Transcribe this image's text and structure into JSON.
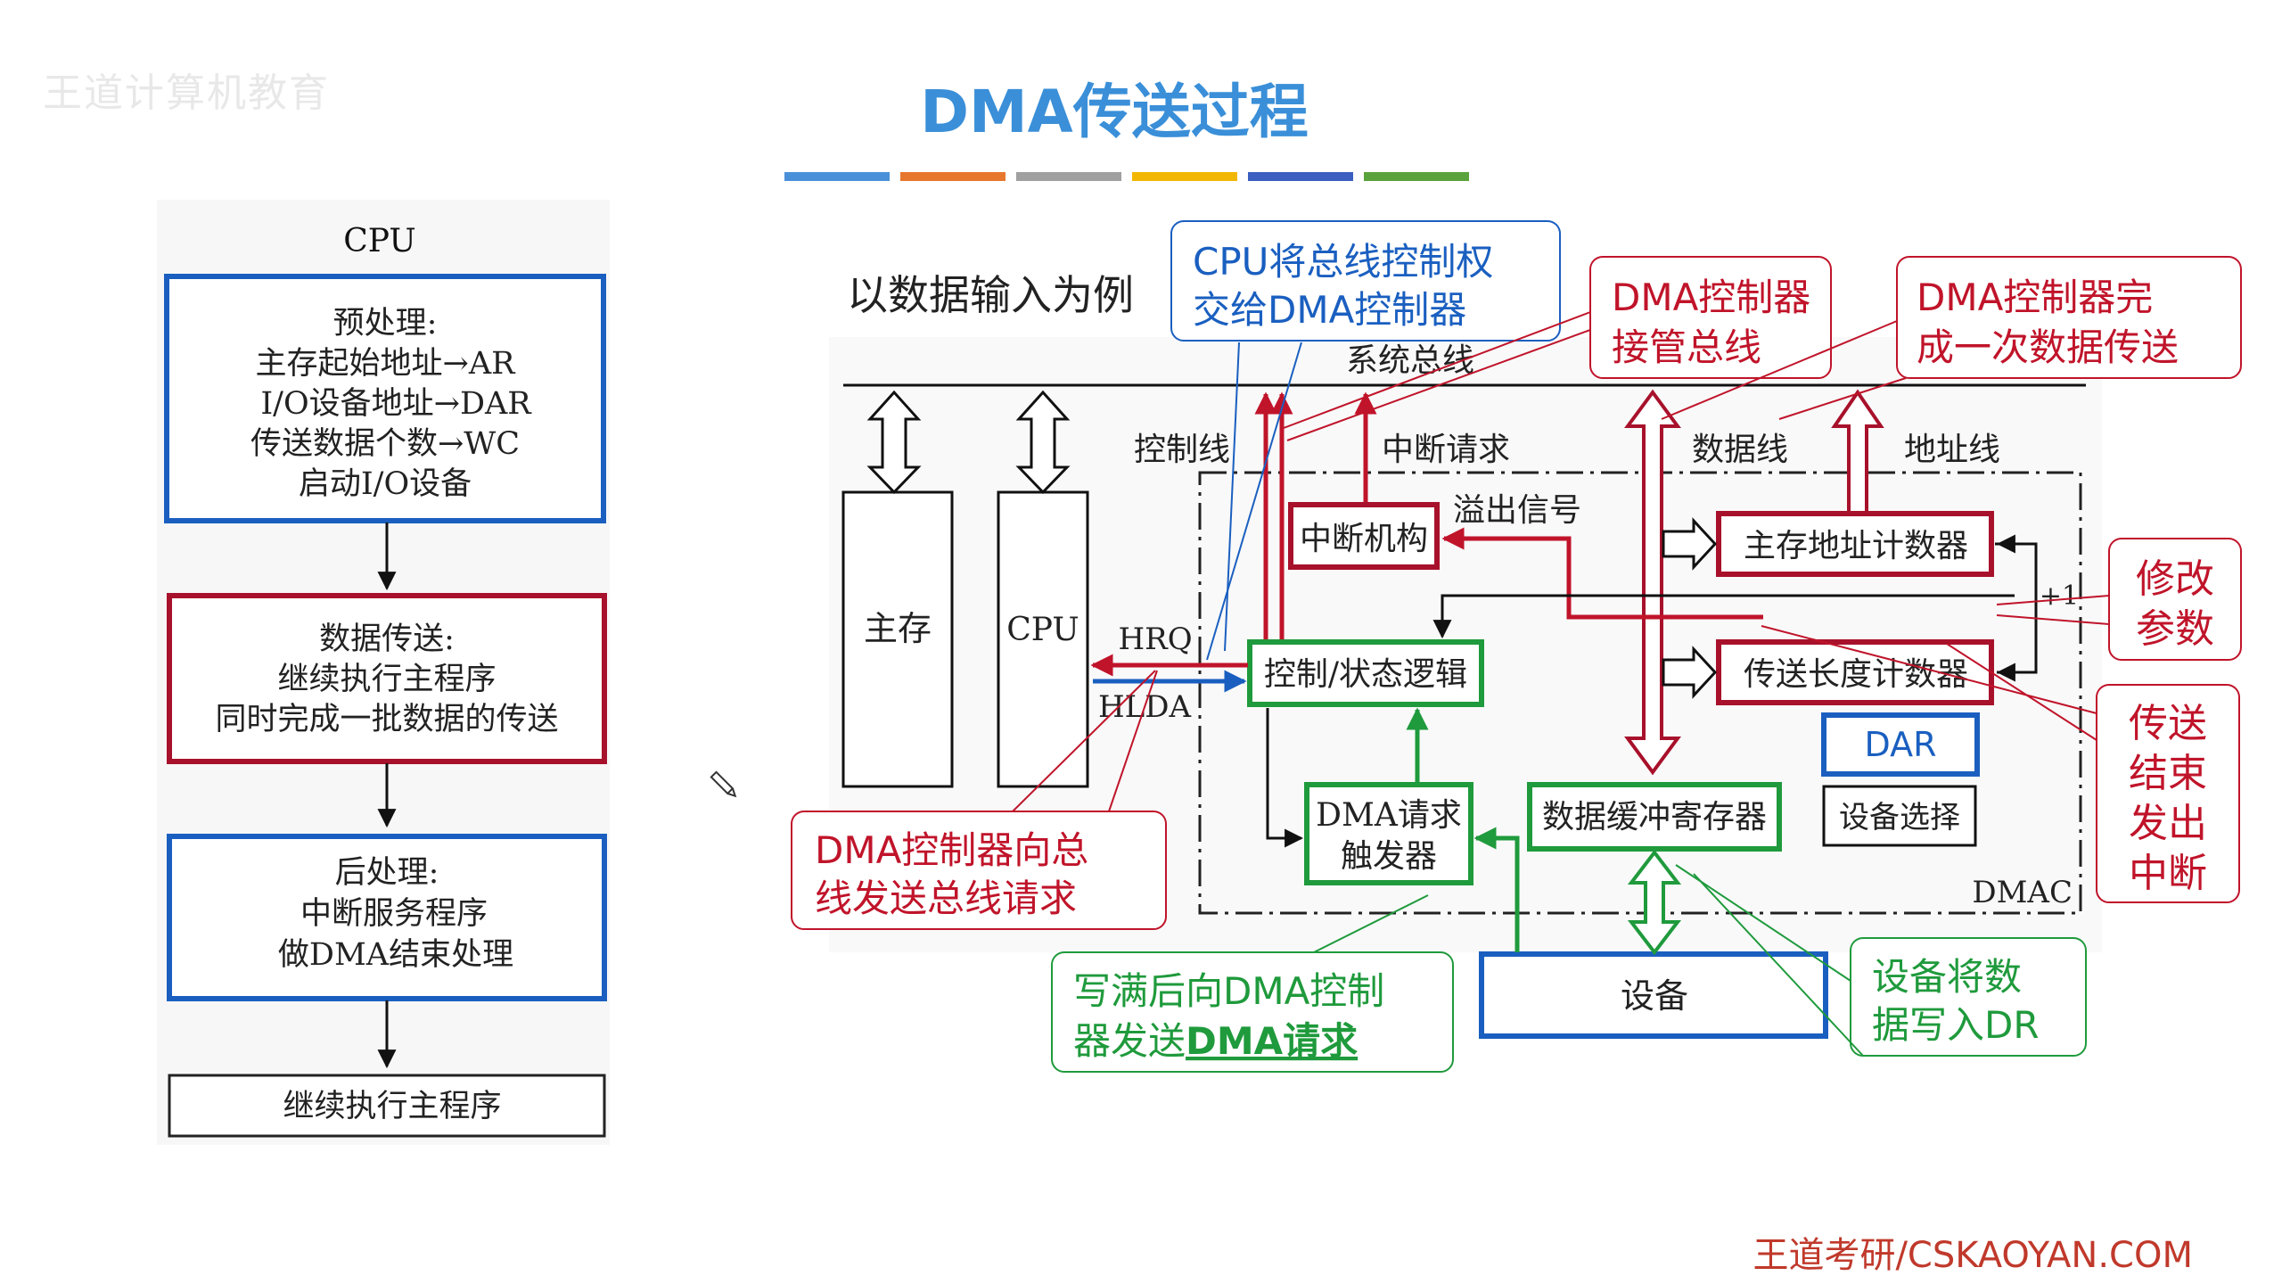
{
  "header": {
    "brand": "王道计算机教育",
    "title": "DMA传送过程",
    "footer": "王道考研/CSKAOYAN.COM",
    "accent_colors": [
      "#4a90d9",
      "#e8772e",
      "#a0a0a0",
      "#f2b705",
      "#3b5fc0",
      "#5aa33c"
    ]
  },
  "flow": {
    "cpu_label": "CPU",
    "step1": [
      "预处理:",
      "主存起始地址→AR",
      "I/O设备地址→DAR",
      "传送数据个数→WC",
      "启动I/O设备"
    ],
    "step2": [
      "数据传送:",
      "继续执行主程序",
      "同时完成一批数据的传送"
    ],
    "step3": [
      "后处理:",
      "中断服务程序",
      "做DMA结束处理"
    ],
    "step4": "继续执行主程序"
  },
  "diagram": {
    "subtitle": "以数据输入为例",
    "system_bus": "系统总线",
    "control_line": "控制线",
    "interrupt_request": "中断请求",
    "data_line": "数据线",
    "address_line": "地址线",
    "main_memory": "主存",
    "cpu": "CPU",
    "hrq": "HRQ",
    "hlda": "HLDA",
    "interrupt_unit": "中断机构",
    "overflow_signal": "溢出信号",
    "control_logic": "控制/状态逻辑",
    "address_counter": "主存地址计数器",
    "length_counter": "传送长度计数器",
    "plus_one": "+1",
    "dar": "DAR",
    "device_select": "设备选择",
    "dma_request": [
      "DMA请求",
      "触发器"
    ],
    "data_buffer": "数据缓冲寄存器",
    "dmac": "DMAC",
    "device": "设备"
  },
  "callouts": {
    "cpu_hand_over": [
      "CPU将总线控制权",
      "交给DMA控制器"
    ],
    "dma_take_bus": [
      "DMA控制器",
      "接管总线"
    ],
    "dma_complete": [
      "DMA控制器完",
      "成一次数据传送"
    ],
    "modify_params": [
      "修改",
      "参数"
    ],
    "transfer_end": [
      "传送",
      "结束",
      "发出",
      "中断"
    ],
    "dma_send_request": [
      "DMA控制器向总",
      "线发送总线请求"
    ],
    "full_then_request": [
      "写满后向DMA控制",
      "器发送",
      "DMA请求"
    ],
    "device_write_dr": [
      "设备将数",
      "据写入DR"
    ]
  }
}
